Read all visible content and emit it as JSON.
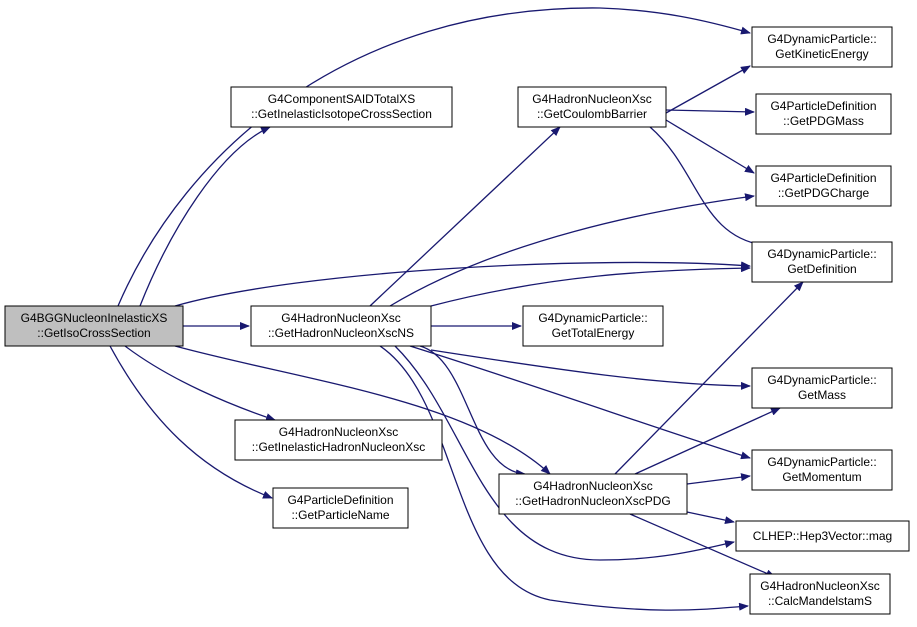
{
  "colors": {
    "edge": "#191970",
    "root_fill": "#bfbfbf",
    "node_fill": "#ffffff",
    "border": "#000000"
  },
  "nodes": {
    "root": {
      "line1": "G4BGGNucleonInelasticXS",
      "line2": "::GetIsoCrossSection"
    },
    "said": {
      "line1": "G4ComponentSAIDTotalXS",
      "line2": "::GetInelasticIsotopeCrossSection"
    },
    "ns": {
      "line1": "G4HadronNucleonXsc",
      "line2": "::GetHadronNucleonXscNS"
    },
    "inel_hn": {
      "line1": "G4HadronNucleonXsc",
      "line2": "::GetInelasticHadronNucleonXsc"
    },
    "pname": {
      "line1": "G4ParticleDefinition",
      "line2": "::GetParticleName"
    },
    "coulomb": {
      "line1": "G4HadronNucleonXsc",
      "line2": "::GetCoulombBarrier"
    },
    "total_energy": {
      "line1": "G4DynamicParticle::",
      "line2": "GetTotalEnergy"
    },
    "pdg_xsc": {
      "line1": "G4HadronNucleonXsc",
      "line2": "::GetHadronNucleonXscPDG"
    },
    "kinetic": {
      "line1": "G4DynamicParticle::",
      "line2": "GetKineticEnergy"
    },
    "pdg_mass": {
      "line1": "G4ParticleDefinition",
      "line2": "::GetPDGMass"
    },
    "pdg_charge": {
      "line1": "G4ParticleDefinition",
      "line2": "::GetPDGCharge"
    },
    "definition": {
      "line1": "G4DynamicParticle::",
      "line2": "GetDefinition"
    },
    "mass": {
      "line1": "G4DynamicParticle::",
      "line2": "GetMass"
    },
    "momentum": {
      "line1": "G4DynamicParticle::",
      "line2": "GetMomentum"
    },
    "mag": {
      "line1": "CLHEP::Hep3Vector::mag"
    },
    "mandelstam": {
      "line1": "G4HadronNucleonXsc",
      "line2": "::CalcMandelstamS"
    }
  },
  "edges": [
    [
      "root",
      "kinetic"
    ],
    [
      "root",
      "said"
    ],
    [
      "root",
      "definition"
    ],
    [
      "root",
      "ns"
    ],
    [
      "root",
      "inel_hn"
    ],
    [
      "root",
      "pname"
    ],
    [
      "root",
      "pdg_xsc"
    ],
    [
      "ns",
      "coulomb"
    ],
    [
      "ns",
      "pdg_charge"
    ],
    [
      "ns",
      "definition"
    ],
    [
      "ns",
      "total_energy"
    ],
    [
      "ns",
      "mass"
    ],
    [
      "ns",
      "momentum"
    ],
    [
      "ns",
      "pdg_xsc"
    ],
    [
      "ns",
      "mag"
    ],
    [
      "ns",
      "mandelstam"
    ],
    [
      "coulomb",
      "kinetic"
    ],
    [
      "coulomb",
      "pdg_mass"
    ],
    [
      "coulomb",
      "pdg_charge"
    ],
    [
      "coulomb",
      "definition"
    ],
    [
      "pdg_xsc",
      "definition"
    ],
    [
      "pdg_xsc",
      "mass"
    ],
    [
      "pdg_xsc",
      "momentum"
    ],
    [
      "pdg_xsc",
      "mag"
    ],
    [
      "pdg_xsc",
      "mandelstam"
    ]
  ]
}
